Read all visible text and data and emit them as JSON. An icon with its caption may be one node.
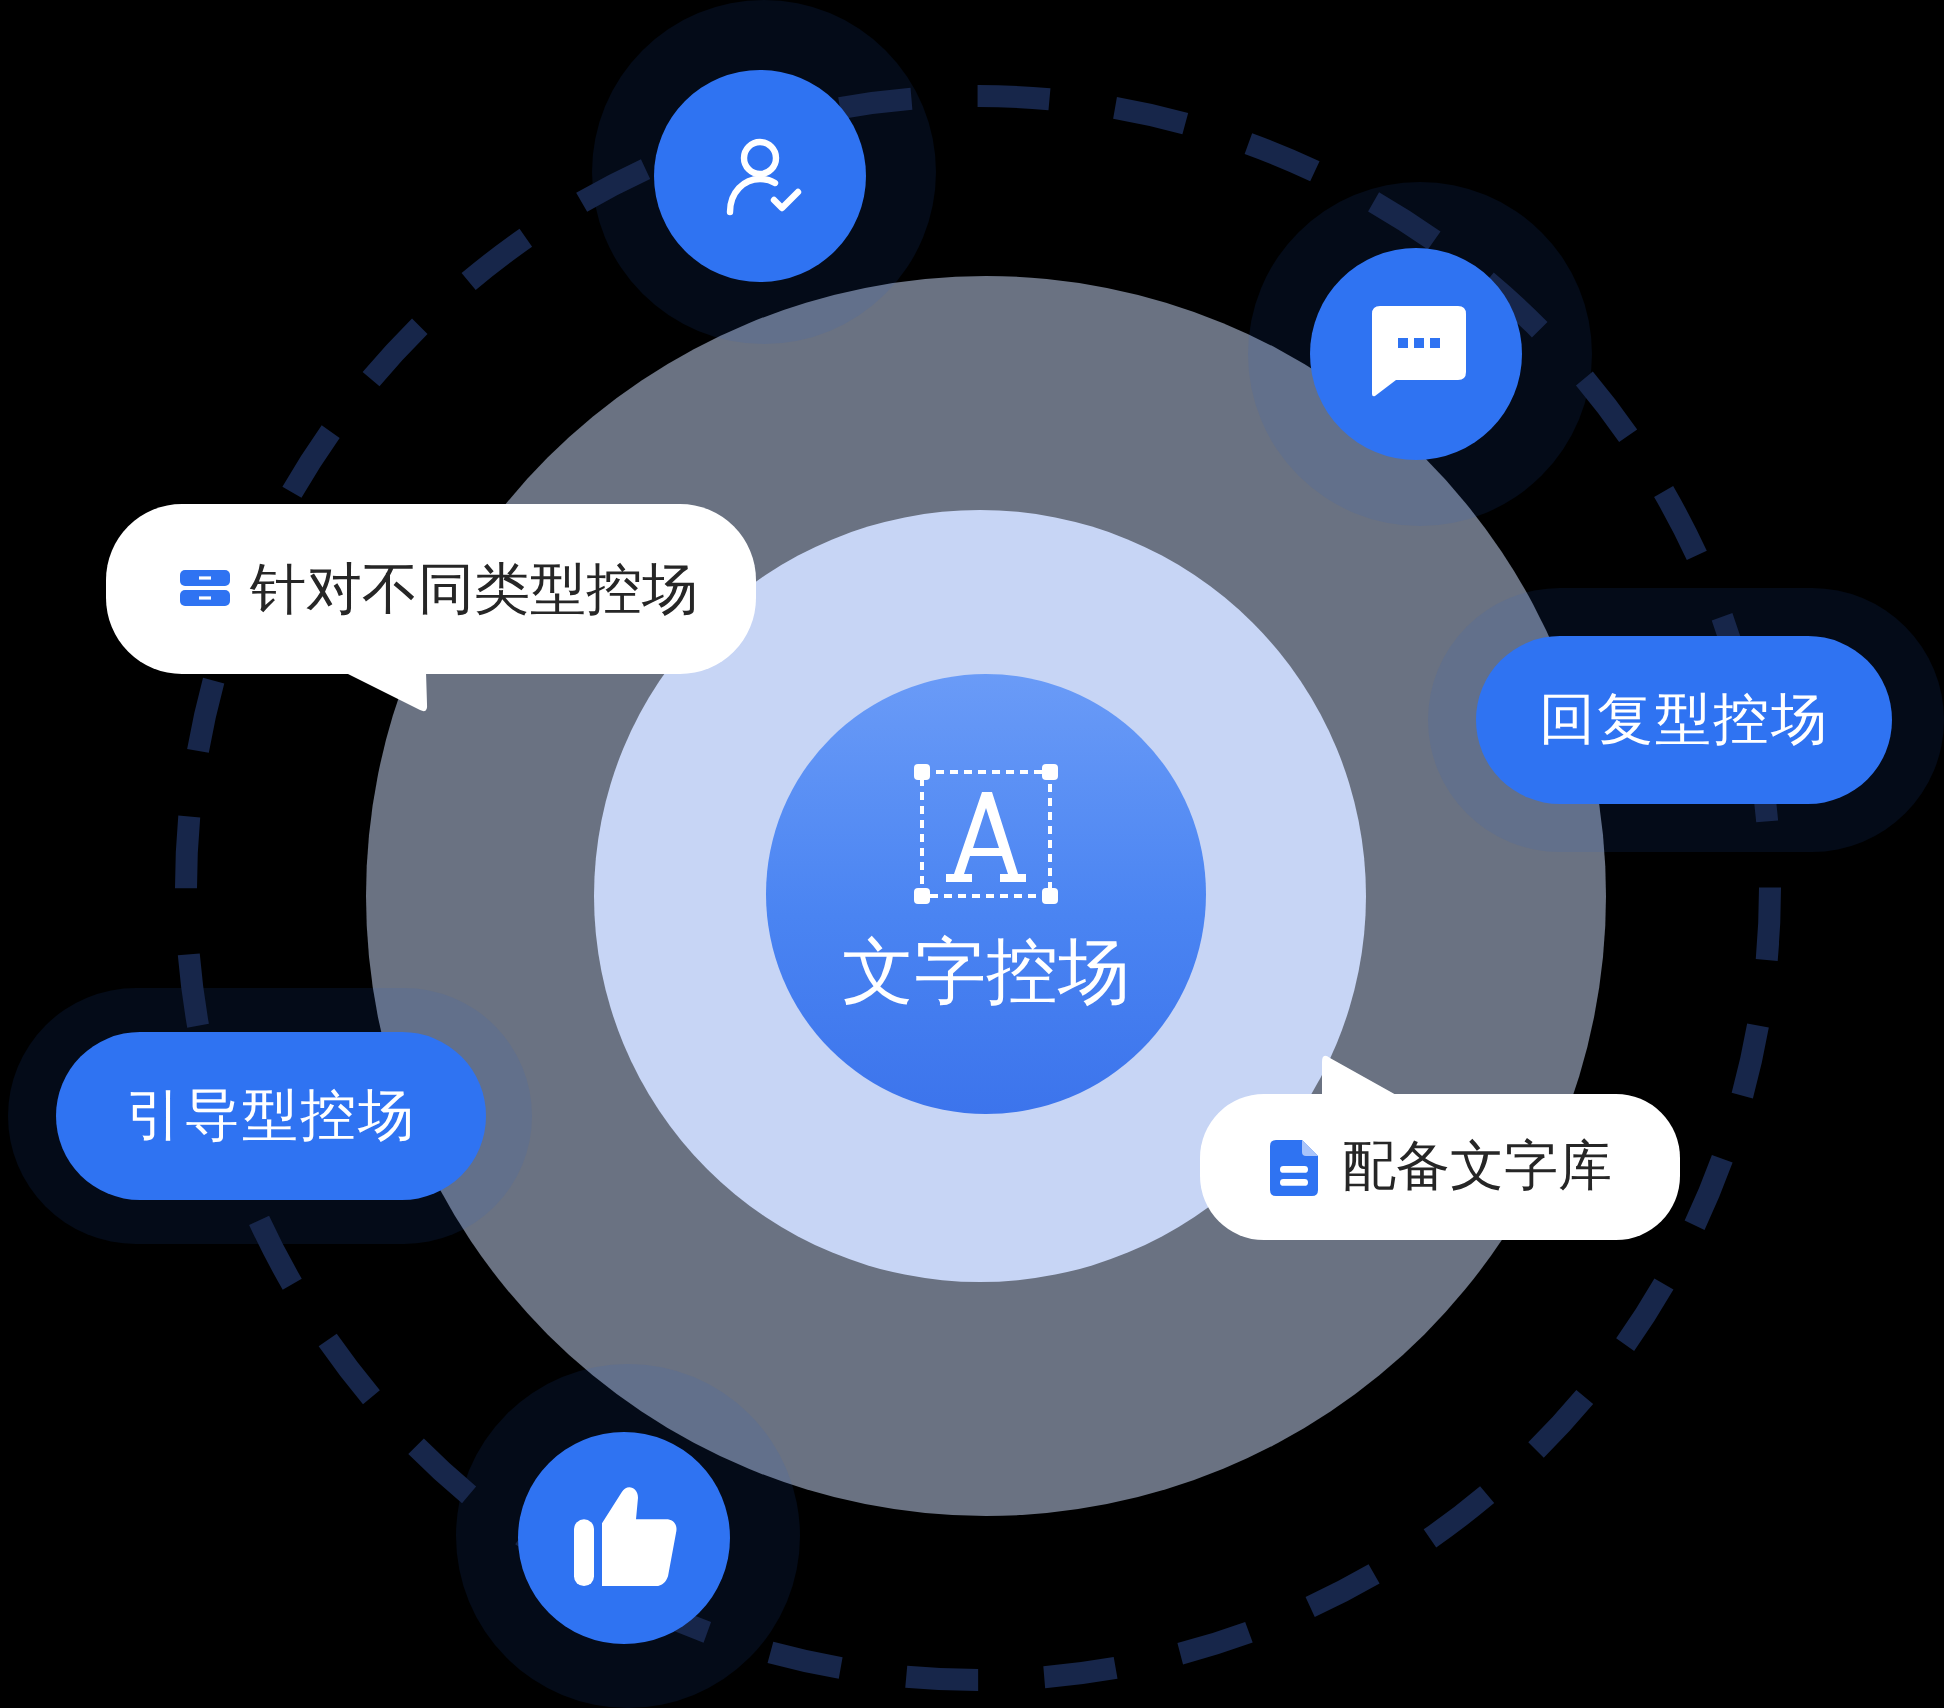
{
  "diagram": {
    "nodes": [
      {
        "text": [],
        "shape": "circle"
      },
      {
        "text": [],
        "shape": "circle"
      },
      {
        "text": [
          "针对不同类型控场"
        ]
      },
      {
        "text": [
          "回复型控场"
        ]
      },
      {
        "text": [
          "文字控场"
        ]
      },
      {
        "text": [
          "引导型控场"
        ]
      },
      {
        "text": [
          "配备文字库"
        ]
      },
      {
        "text": [],
        "shape": "circle"
      }
    ]
  }
}
